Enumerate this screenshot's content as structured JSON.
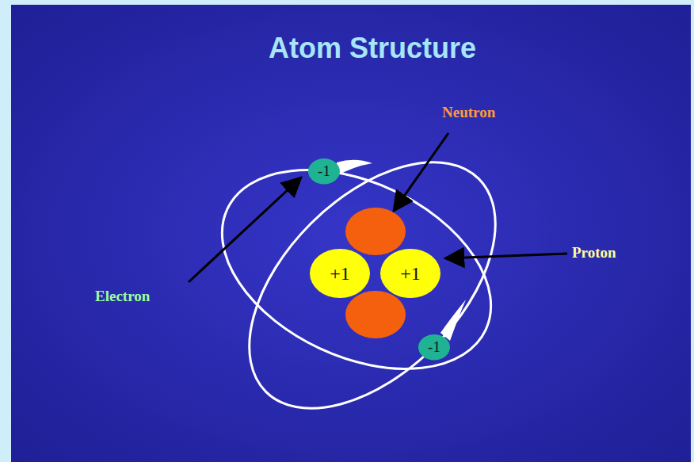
{
  "diagram": {
    "title": "Atom Structure",
    "nodes": [
      {
        "text": [
          "-1"
        ]
      },
      {
        "text": [
          "+1"
        ]
      },
      {
        "text": [
          "+1"
        ]
      },
      {
        "text": [
          "-1"
        ]
      }
    ],
    "labels": [
      "Neutron",
      "Proton",
      "Electron"
    ]
  }
}
